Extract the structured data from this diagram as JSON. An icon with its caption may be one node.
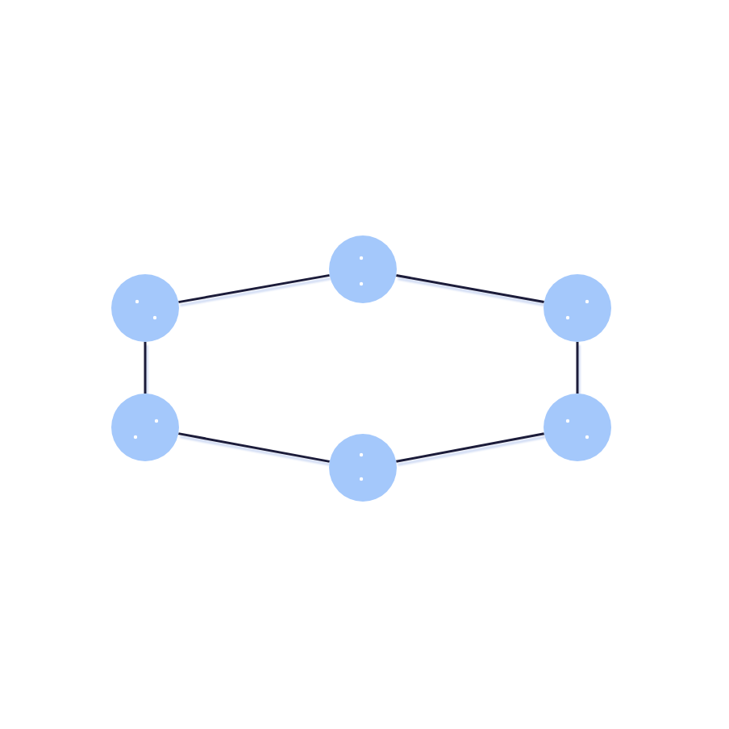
{
  "diagram": {
    "nodes": [
      {
        "text": [],
        "shape": "circle"
      },
      {
        "text": [],
        "shape": "circle"
      },
      {
        "text": [],
        "shape": "circle"
      },
      {
        "text": [],
        "shape": "circle"
      },
      {
        "text": [],
        "shape": "circle"
      },
      {
        "text": [],
        "shape": "circle"
      }
    ],
    "edges": [
      {
        "from": 0,
        "to": 1,
        "arrow": "none"
      },
      {
        "from": 1,
        "to": 2,
        "arrow": "none"
      },
      {
        "from": 2,
        "to": 3,
        "arrow": "none"
      },
      {
        "from": 3,
        "to": 4,
        "arrow": "none"
      },
      {
        "from": 4,
        "to": 5,
        "arrow": "none"
      },
      {
        "from": 5,
        "to": 0,
        "arrow": "none"
      }
    ]
  }
}
